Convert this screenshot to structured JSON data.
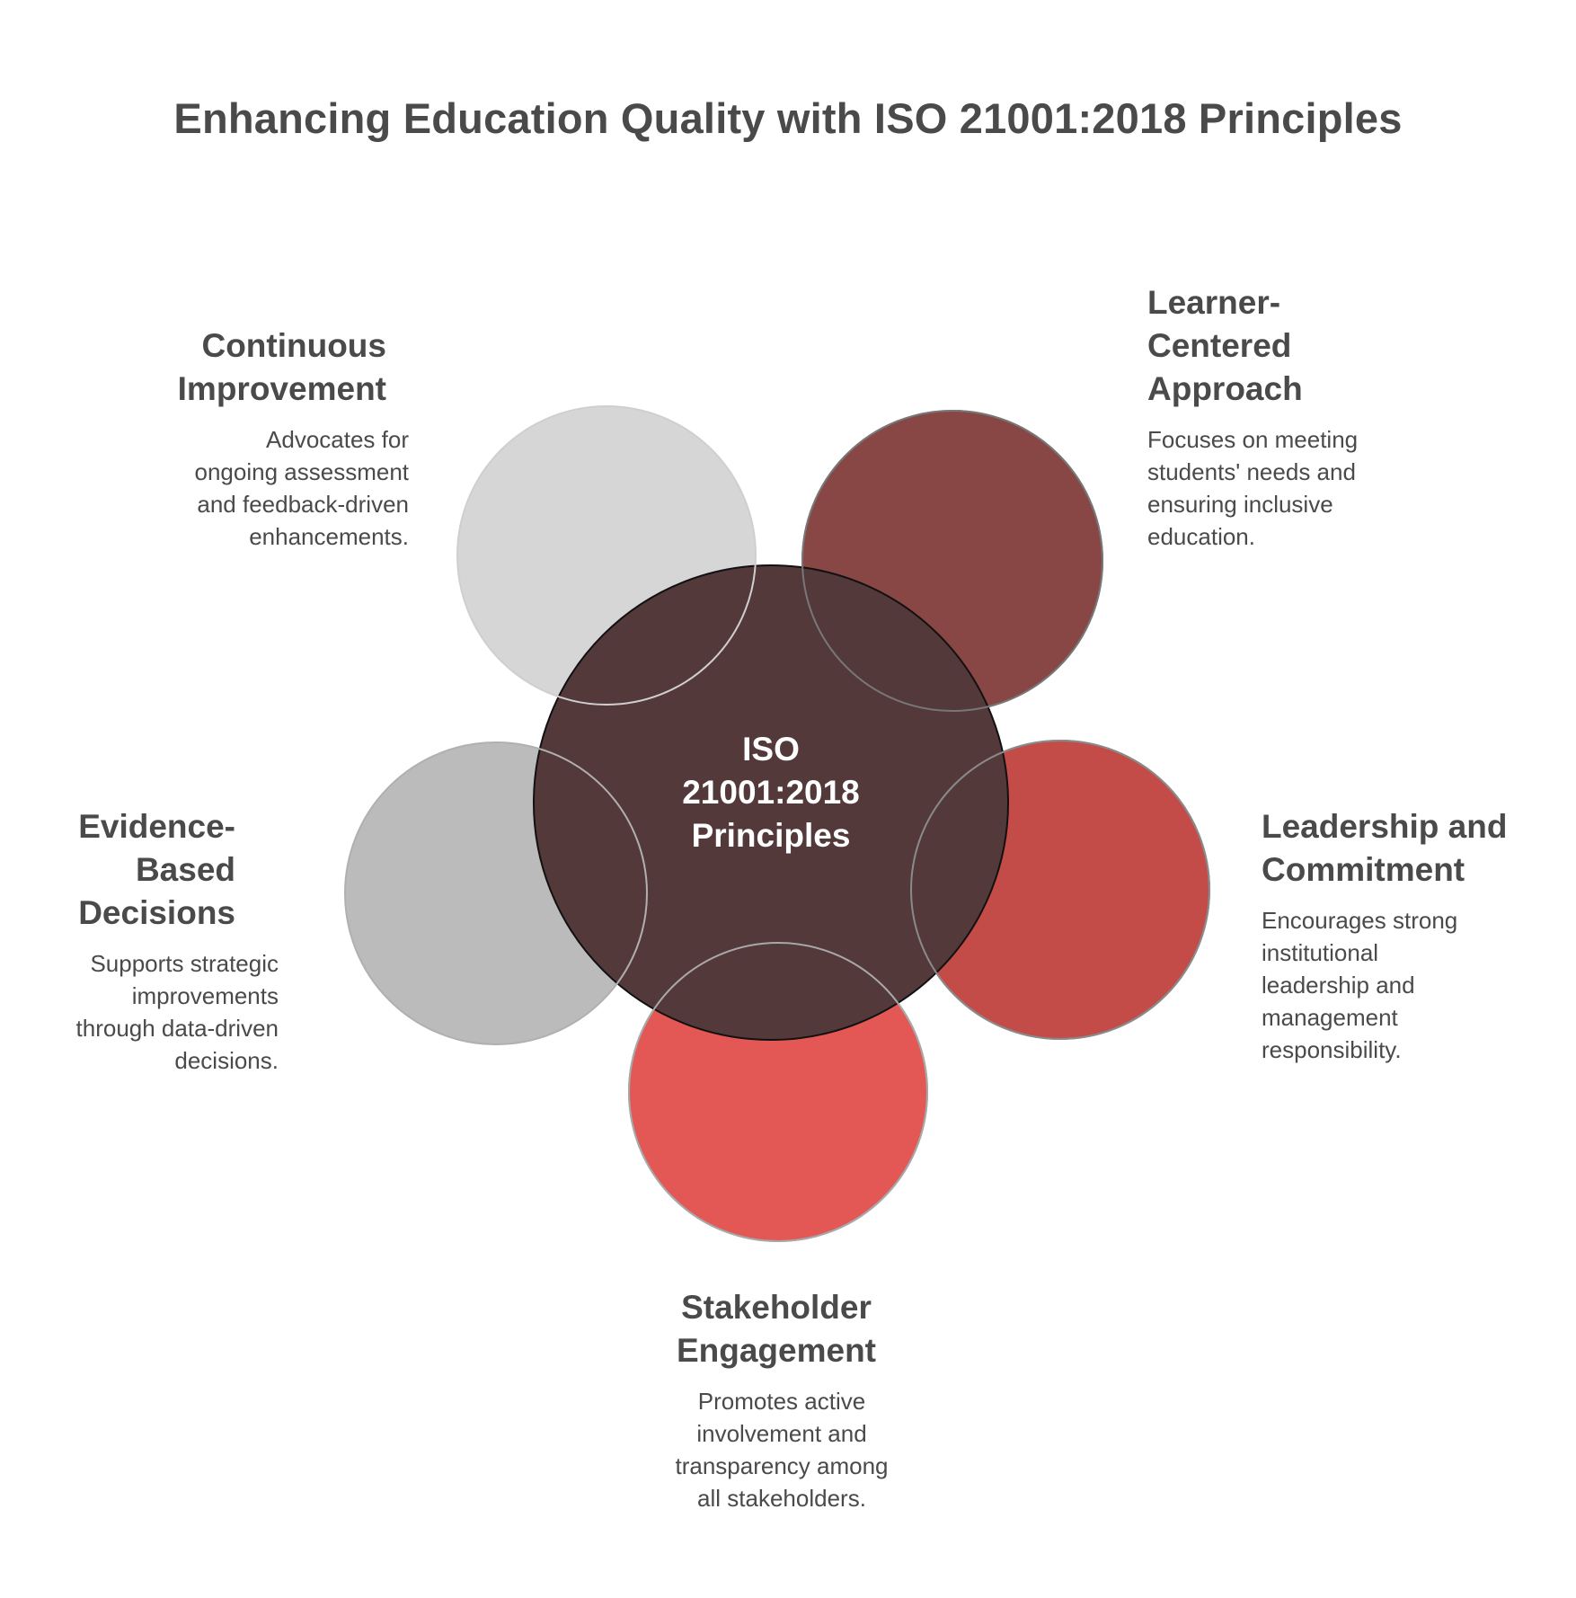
{
  "title": "Enhancing Education Quality with ISO 21001:2018 Principles",
  "center": {
    "lines": [
      "ISO",
      "21001:2018",
      "Principles"
    ],
    "color": "#54393b"
  },
  "principles": [
    {
      "id": "continuous-improvement",
      "heading_lines": [
        "Continuous",
        "Improvement"
      ],
      "description": "Advocates for\nongoing assessment\nand feedback-driven\nenhancements.",
      "color": "#d6d6d6"
    },
    {
      "id": "learner-centered-approach",
      "heading_lines": [
        "Learner-",
        "Centered",
        "Approach"
      ],
      "description": "Focuses on meeting\nstudents' needs and\nensuring inclusive\neducation.",
      "color": "#884644"
    },
    {
      "id": "evidence-based-decisions",
      "heading_lines": [
        "Evidence-",
        "Based",
        "Decisions"
      ],
      "description": "Supports strategic\nimprovements\nthrough data-driven\ndecisions.",
      "color": "#bbbbbb"
    },
    {
      "id": "leadership-and-commitment",
      "heading_lines": [
        "Leadership and",
        "Commitment"
      ],
      "description": "Encourages strong\ninstitutional\nleadership and\nmanagement\nresponsibility.",
      "color": "#c44c48"
    },
    {
      "id": "stakeholder-engagement",
      "heading_lines": [
        "Stakeholder",
        "Engagement"
      ],
      "description": "Promotes active\ninvolvement and\ntransparency among\nall stakeholders.",
      "color": "#e35854"
    }
  ]
}
